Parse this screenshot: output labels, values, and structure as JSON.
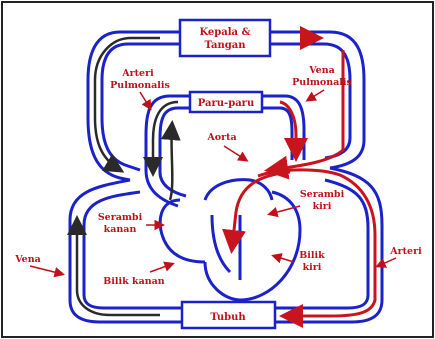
{
  "diagram": {
    "boxes": {
      "head_arms": "Kepala &",
      "head_arms_line2": "Tangan",
      "lungs": "Paru-paru",
      "body": "Tubuh"
    },
    "labels": {
      "pulmonary_artery": "Arteri",
      "pulmonary_artery_line2": "Pulmonalis",
      "pulmonary_vein": "Vena",
      "pulmonary_vein_line2": "Pulmonalis",
      "aorta": "Aorta",
      "right_atrium": "Serambi",
      "right_atrium_line2": "kanan",
      "left_atrium": "Serambi",
      "left_atrium_line2": "kiri",
      "left_ventricle": "Bilik",
      "left_ventricle_line2": "kiri",
      "right_ventricle": "Bilik kanan",
      "vein": "Vena",
      "artery": "Arteri"
    },
    "colors": {
      "oxygenated": "#c8141c",
      "deoxygenated_flow": "#2a2a2a",
      "vessel_outline": "#1a22c8",
      "label_text": "#c0101a",
      "box_fill": "#ffffff"
    }
  }
}
